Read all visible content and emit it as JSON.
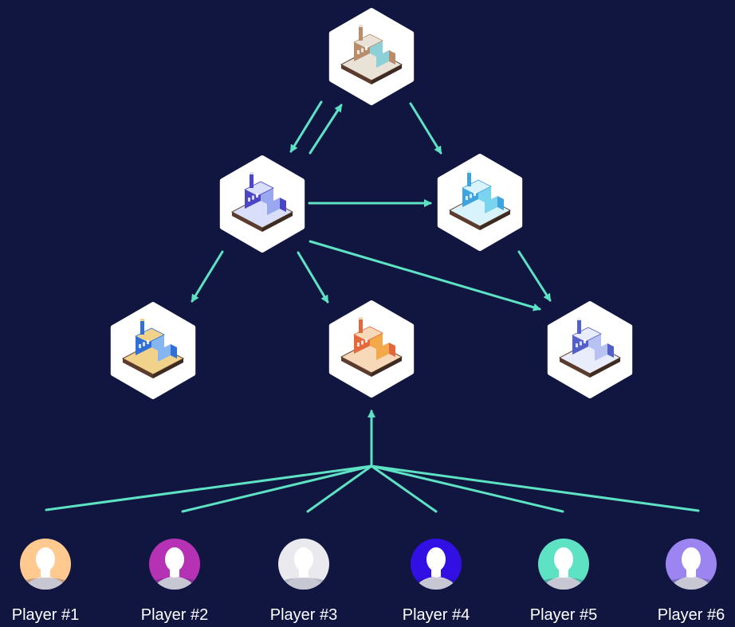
{
  "colors": {
    "background": "#111641",
    "arrow": "#5ee2c4",
    "hex_fill": "#ffffff",
    "player_label": "#ffffff"
  },
  "nodes": [
    {
      "id": "top",
      "name": "top-factory-node",
      "icon": "old-factory-icon",
      "palette": [
        "#b98c6c",
        "#8ed0d8",
        "#e9e2d6"
      ]
    },
    {
      "id": "power",
      "name": "power-plant-node",
      "icon": "power-plant-icon",
      "palette": [
        "#4b45c8",
        "#9aa8f0",
        "#d9defa"
      ]
    },
    {
      "id": "factory",
      "name": "blue-factory-node",
      "icon": "factory-icon",
      "palette": [
        "#3fa4dd",
        "#7bd4ef",
        "#d8f3fb"
      ]
    },
    {
      "id": "industrial",
      "name": "industrial-site-node",
      "icon": "industrial-site-icon",
      "palette": [
        "#2f6fd6",
        "#86b6f2",
        "#f1d28a"
      ]
    },
    {
      "id": "apartments",
      "name": "apartments-node",
      "icon": "apartment-building-icon",
      "palette": [
        "#e3683c",
        "#f3a84a",
        "#f7d8b8"
      ]
    },
    {
      "id": "office",
      "name": "office-tower-node",
      "icon": "office-tower-icon",
      "palette": [
        "#5360c9",
        "#b7c1f2",
        "#e9ecfb"
      ]
    }
  ],
  "players": [
    {
      "label": "Player #1",
      "color": "#ffc98f"
    },
    {
      "label": "Player #2",
      "color": "#b532b5"
    },
    {
      "label": "Player #3",
      "color": "#e9e9ee"
    },
    {
      "label": "Player #4",
      "color": "#3210e3"
    },
    {
      "label": "Player #5",
      "color": "#5ee2c4"
    },
    {
      "label": "Player #6",
      "color": "#9c85f0"
    }
  ]
}
